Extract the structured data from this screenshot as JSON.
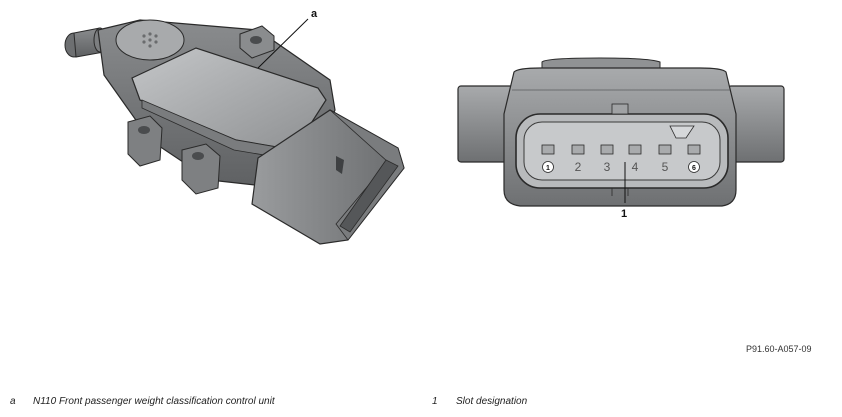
{
  "callouts": {
    "sensor": "a",
    "slot": "1"
  },
  "connector_pins": [
    "1",
    "2",
    "3",
    "4",
    "5",
    "6"
  ],
  "figure_ref": "P91.60-A057-09",
  "legend": [
    {
      "key": "a",
      "text": "N110 Front passenger weight classification control unit"
    },
    {
      "key": "1",
      "text": "Slot designation"
    }
  ],
  "colors": {
    "body_dark": "#5f6163",
    "body_mid": "#8c8e90",
    "body_light": "#b8babc",
    "outline": "#2a2a2a"
  }
}
